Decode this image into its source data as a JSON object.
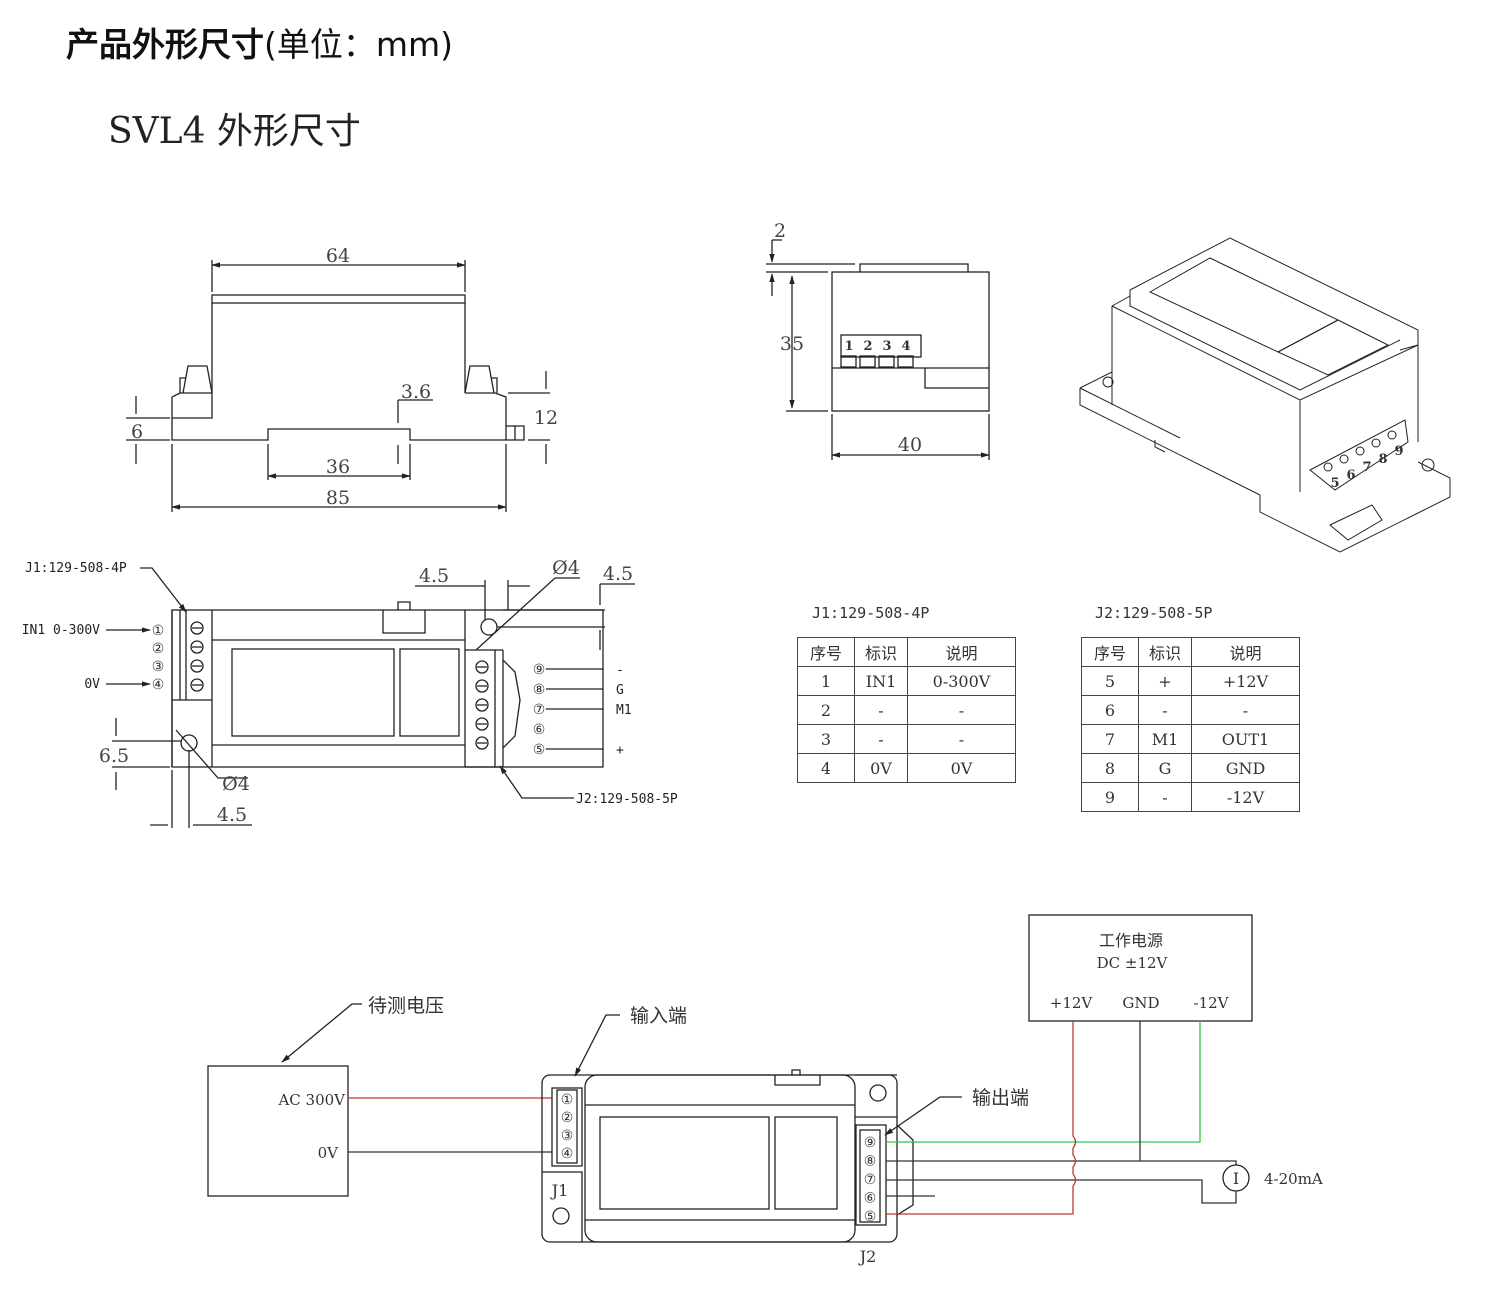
{
  "page": {
    "title_main": "产品外形尺寸",
    "title_unit": "(单位：mm)",
    "subtitle": "SVL4 外形尺寸"
  },
  "front_view": {
    "dims": {
      "top_width": "64",
      "total_width": "85",
      "rail_width": "36",
      "clip": "3.6",
      "foot_height": "6",
      "side_height": "12"
    }
  },
  "side_view": {
    "dims": {
      "lip": "2",
      "height": "35",
      "depth": "40"
    },
    "pins": [
      "1",
      "2",
      "3",
      "4"
    ]
  },
  "iso_view": {
    "pins": [
      "5",
      "6",
      "7",
      "8",
      "9"
    ]
  },
  "top_view": {
    "j1_label": "J1:129-508-4P",
    "j2_label": "J2:129-508-5P",
    "j1_pins": [
      {
        "num": "①",
        "label": "IN1 0-300V"
      },
      {
        "num": "②",
        "label": ""
      },
      {
        "num": "③",
        "label": ""
      },
      {
        "num": "④",
        "label": "0V"
      }
    ],
    "j2_pins": [
      {
        "num": "⑨",
        "label": "-"
      },
      {
        "num": "⑧",
        "label": "G"
      },
      {
        "num": "⑦",
        "label": "M1"
      },
      {
        "num": "⑥",
        "label": ""
      },
      {
        "num": "⑤",
        "label": "+"
      }
    ],
    "dims": {
      "hole_offset_left": "4.5",
      "hole_dia_top": "Ø4",
      "hole_offset_top": "4.5",
      "hole_y": "6.5",
      "hole_dia_bottom": "Ø4",
      "hole_offset_bottom": "4.5"
    }
  },
  "tables": {
    "headers": [
      "序号",
      "标识",
      "说明"
    ],
    "j1": {
      "caption": "J1:129-508-4P",
      "rows": [
        [
          "1",
          "IN1",
          "0-300V"
        ],
        [
          "2",
          "-",
          "-"
        ],
        [
          "3",
          "-",
          "-"
        ],
        [
          "4",
          "0V",
          "0V"
        ]
      ]
    },
    "j2": {
      "caption": "J2:129-508-5P",
      "rows": [
        [
          "5",
          "+",
          "+12V"
        ],
        [
          "6",
          "-",
          "-"
        ],
        [
          "7",
          "M1",
          "OUT1"
        ],
        [
          "8",
          "G",
          "GND"
        ],
        [
          "9",
          "-",
          "-12V"
        ]
      ]
    }
  },
  "wiring": {
    "source_label": "待测电压",
    "source_ac": "AC 300V",
    "source_0v": "0V",
    "input_label": "输入端",
    "output_label": "输出端",
    "j1": "J1",
    "j2": "J2",
    "j1_pins": [
      "①",
      "②",
      "③",
      "④"
    ],
    "j2_pins": [
      "⑨",
      "⑧",
      "⑦",
      "⑥",
      "⑤"
    ],
    "psu_title": "工作电源",
    "psu_spec": "DC ±12V",
    "psu_pos": "+12V",
    "psu_gnd": "GND",
    "psu_neg": "-12V",
    "meter_symbol": "I",
    "meter_label": "4-20mA",
    "colors": {
      "positive": "#c0392b",
      "negative": "#2ecc40",
      "ground": "#333333",
      "ac": "#c0392b"
    }
  }
}
